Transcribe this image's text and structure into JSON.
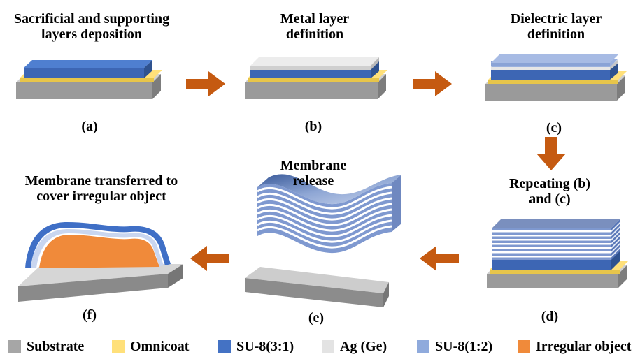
{
  "steps": {
    "a": {
      "title": "Sacrificial and supporting layers deposition",
      "caption": "(a)"
    },
    "b": {
      "title": "Metal layer definition",
      "caption": "(b)"
    },
    "c": {
      "title": "Dielectric layer definition",
      "caption": "(c)"
    },
    "d": {
      "title": "Repeating (b) and (c)",
      "caption": "(d)"
    },
    "e": {
      "title": "Membrane release",
      "caption": "(e)"
    },
    "f": {
      "title": "Membrane transferred to cover irregular object",
      "caption": "(f)"
    }
  },
  "legend": [
    {
      "label": "Substrate",
      "color": "#a6a6a6"
    },
    {
      "label": "Omnicoat",
      "color": "#ffe07a"
    },
    {
      "label": "SU-8(3:1)",
      "color": "#4472c4"
    },
    {
      "label": "Ag (Ge)",
      "color": "#e3e3e3"
    },
    {
      "label": "SU-8(1:2)",
      "color": "#8faadc"
    },
    {
      "label": "Irregular object",
      "color": "#f08a3a"
    }
  ],
  "colors": {
    "arrow": "#c55a11",
    "substrate_top": "#d9d9d9",
    "substrate_side": "#8c8c8c",
    "omnicoat": "#ffe07a",
    "su8_31": "#4472c4",
    "ag": "#e8e8e8",
    "su8_12": "#a9bde3"
  }
}
